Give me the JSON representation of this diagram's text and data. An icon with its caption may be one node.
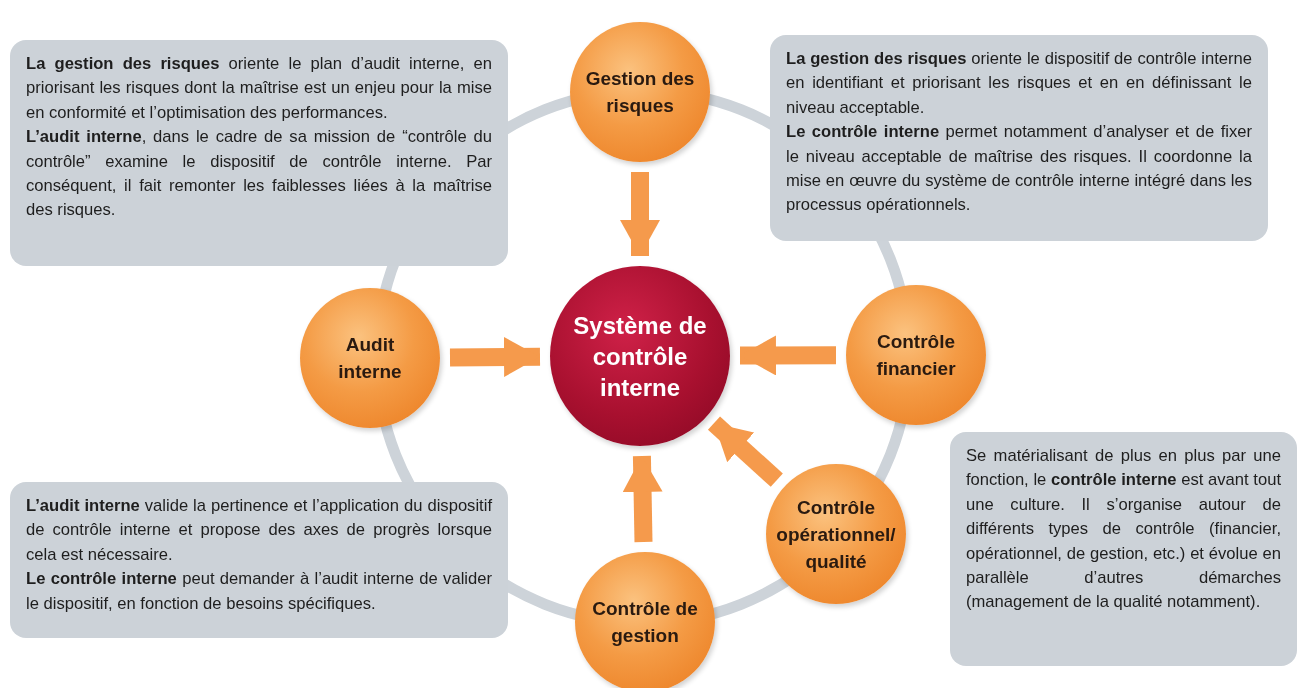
{
  "diagram": {
    "nodes": [
      {
        "text": [
          "Gestion des risques"
        ]
      },
      {
        "text": [
          "Contrôle financier"
        ]
      },
      {
        "text": [
          "Contrôle opérationnel/ qualité"
        ]
      },
      {
        "text": [
          "Contrôle de gestion"
        ]
      },
      {
        "text": [
          "Audit interne"
        ]
      },
      {
        "text": [
          "Système de contrôle interne"
        ]
      },
      {
        "text": [
          "**La gestion des risques** oriente le plan d’audit interne, en priorisant les risques dont la maîtrise est un enjeu pour la mise en conformité et l’optimisation des performances.",
          "**L’audit interne**, dans le cadre de sa mission de “contrôle du contrôle” examine le dispositif de contrôle interne. Par conséquent, il fait remonter les faiblesses liées à la maîtrise des risques."
        ]
      },
      {
        "text": [
          "**La gestion des risques** oriente le dispositif de contrôle interne en identifiant et priorisant les risques et en en définissant le niveau acceptable.",
          "**Le contrôle interne** permet notamment d’analyser et de fixer le niveau acceptable de maîtrise des risques. Il coordonne la mise en œuvre du système de contrôle interne intégré dans les processus opérationnels."
        ]
      },
      {
        "text": [
          "**L’audit interne** valide la pertinence et l’application du dispositif de contrôle interne et propose des axes de progrès lorsque cela est nécessaire.",
          "**Le contrôle interne** peut demander à l’audit interne de valider le dispositif, en fonction de besoins spécifiques."
        ]
      },
      {
        "text": [
          "Se matérialisant de plus en plus par une fonction, le **contrôle interne** est avant tout une culture. Il s’organise autour de différents types de contrôle (financier, opérationnel, de gestion, etc.) et évolue en parallèle d’autres démarches (management de la qualité notamment)."
        ]
      }
    ],
    "edges": [
      {
        "from": 0,
        "to": 5,
        "arrow": "to"
      },
      {
        "from": 4,
        "to": 5,
        "arrow": "to"
      },
      {
        "from": 1,
        "to": 5,
        "arrow": "to"
      },
      {
        "from": 2,
        "to": 5,
        "arrow": "to"
      },
      {
        "from": 3,
        "to": 5,
        "arrow": "to"
      }
    ]
  }
}
